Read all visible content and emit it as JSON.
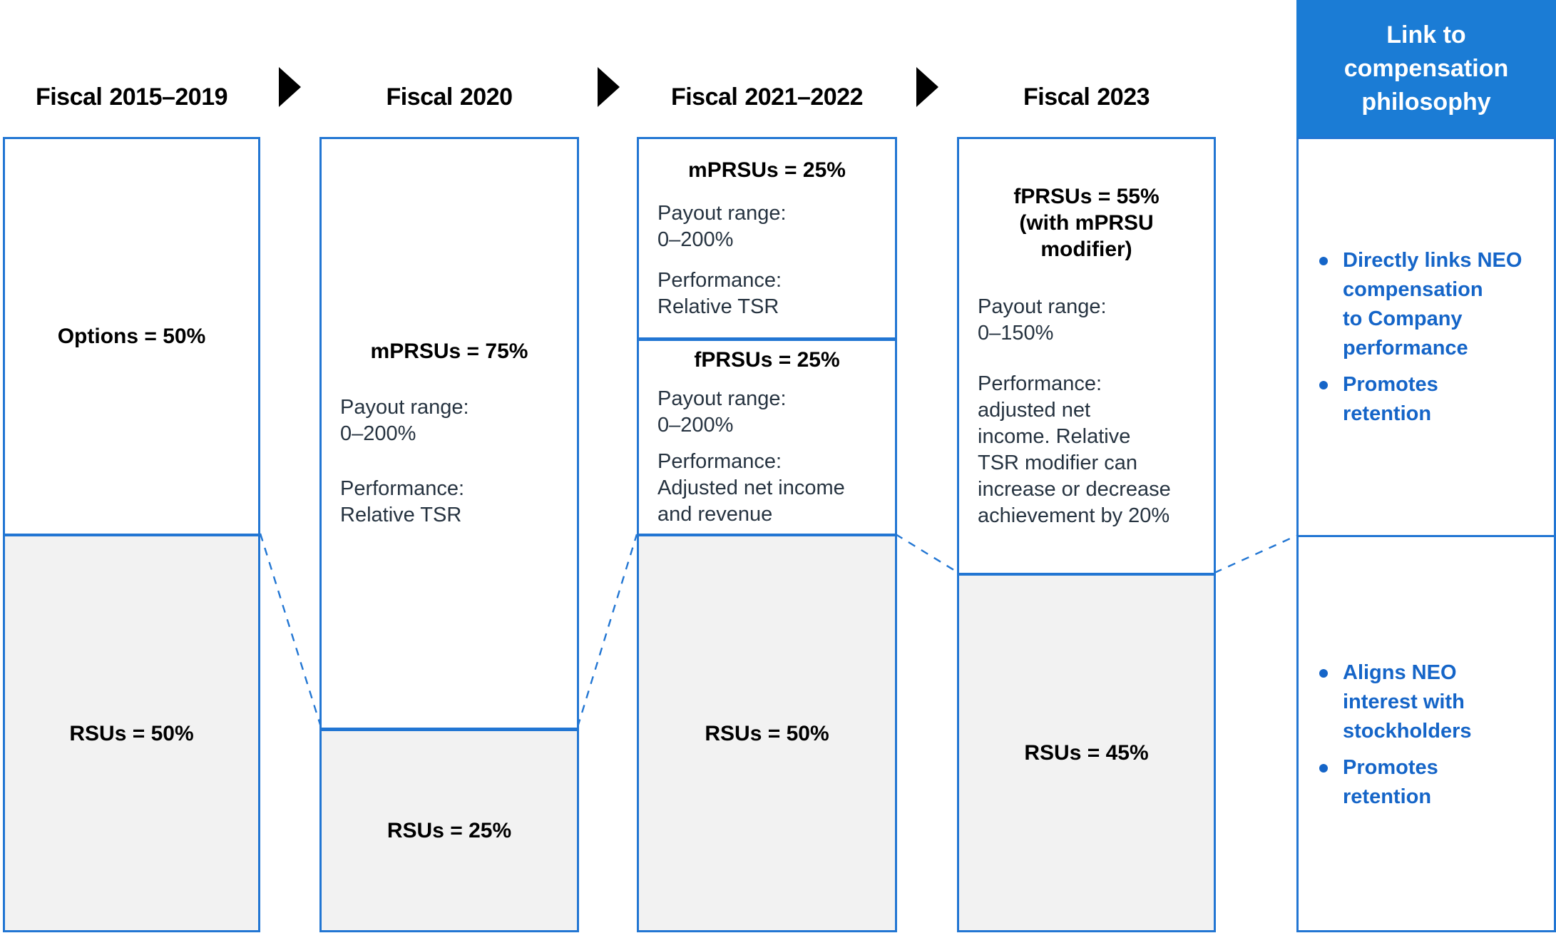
{
  "colors": {
    "border_blue": "#2276d3",
    "panel_header_blue": "#1b7cd5",
    "bullet_text_blue": "#1565c8",
    "body_text": "#263340",
    "title_text": "#000000",
    "rsu_gray_fill": "#f2f2f2",
    "arrow_black": "#000000"
  },
  "columns": [
    {
      "header": {
        "prefix": "Fiscal",
        "years": "2015–2019"
      },
      "segments": [
        {
          "type": "white",
          "pct": 50,
          "title": "Options = 50%"
        },
        {
          "type": "gray",
          "pct": 50,
          "title": "RSUs = 50%"
        }
      ]
    },
    {
      "header": {
        "prefix": "Fiscal",
        "years": "2020"
      },
      "segments": [
        {
          "type": "white",
          "pct": 75,
          "title": "mPRSUs = 75%",
          "body": [
            "Payout range:\n0–200%",
            "Performance:\nRelative TSR"
          ]
        },
        {
          "type": "gray",
          "pct": 25,
          "title": "RSUs = 25%"
        }
      ]
    },
    {
      "header": {
        "prefix": "Fiscal",
        "years": "2021–2022"
      },
      "segments": [
        {
          "type": "white",
          "pct": 25,
          "title": "mPRSUs = 25%",
          "body": [
            "Payout range:\n0–200%",
            "Performance:\nRelative TSR"
          ]
        },
        {
          "type": "white",
          "pct": 25,
          "title": "fPRSUs = 25%",
          "body": [
            "Payout range:\n0–200%",
            "Performance:\nAdjusted net income\nand revenue"
          ]
        },
        {
          "type": "gray",
          "pct": 50,
          "title": "RSUs = 50%"
        }
      ]
    },
    {
      "header": {
        "prefix": "Fiscal",
        "years": "2023"
      },
      "segments": [
        {
          "type": "white",
          "pct": 55,
          "title": "fPRSUs = 55%\n(with mPRSU\nmodifier)",
          "body": [
            "Payout range:\n0–150%",
            "Performance:\nadjusted net\nincome. Relative\nTSR modifier can\nincrease or decrease\nachievement by 20%"
          ]
        },
        {
          "type": "gray",
          "pct": 45,
          "title": "RSUs = 45%"
        }
      ]
    }
  ],
  "panel": {
    "title": "Link to\ncompensation\nphilosophy",
    "sections": [
      {
        "bullets": [
          "Directly links NEO\ncompensation\nto Company\nperformance",
          "Promotes\nretention"
        ]
      },
      {
        "bullets": [
          "Aligns NEO\ninterest with\nstockholders",
          "Promotes\nretention"
        ]
      }
    ]
  }
}
